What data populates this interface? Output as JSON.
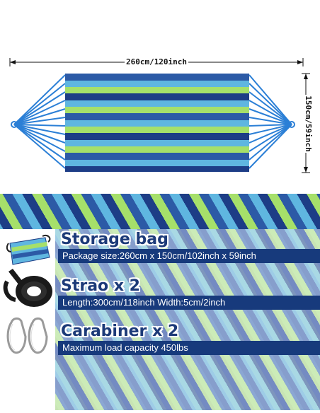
{
  "dimensions": {
    "width_label": "260cm/120inch",
    "height_label": "150cm/59inch"
  },
  "items": [
    {
      "title": "Storage bag",
      "detail": "Package size:260cm x 150cm/102inch x 59inch",
      "icon": "storage-bag-icon"
    },
    {
      "title": "Strao x 2",
      "detail": "Length:300cm/118inch Width:5cm/2inch",
      "icon": "strap-icon"
    },
    {
      "title": "Carabiner x 2",
      "detail": "Maximum load capacity 450lbs",
      "icon": "carabiner-icon"
    }
  ],
  "colors": {
    "navy": "#1d3d86",
    "blue": "#2c5aa6",
    "sky": "#5fb6e0",
    "lime": "#a6e06a",
    "rope": "#2b7fd6"
  }
}
